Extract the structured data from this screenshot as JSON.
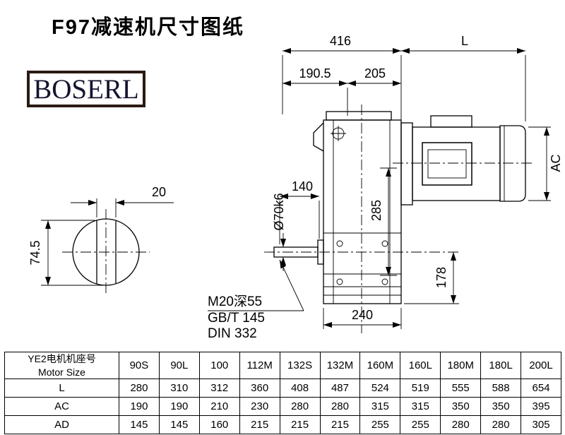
{
  "title": "F97减速机尺寸图纸",
  "logo": {
    "text": "BOSERL"
  },
  "drawing": {
    "dims": {
      "overall_length": "416",
      "motor_length": "L",
      "left_section": "190.5",
      "right_section": "205",
      "shaft_length": "140",
      "shaft_diameter": "Ø70k6",
      "body_height": "285",
      "motor_diameter": "AC",
      "output_center_height": "178",
      "base_width": "240",
      "key_width": "20",
      "shaft_key_height": "74.5"
    },
    "thread_note": {
      "line1": "M20深55",
      "line2": "GB/T 145",
      "line3": "DIN 332"
    }
  },
  "table": {
    "header": {
      "line1": "YE2电机机座号",
      "line2": "Motor Size"
    },
    "columns": [
      "90S",
      "90L",
      "100",
      "112M",
      "132S",
      "132M",
      "160M",
      "160L",
      "180M",
      "180L",
      "200L"
    ],
    "rows": [
      {
        "label": "L",
        "values": [
          "280",
          "310",
          "312",
          "360",
          "408",
          "487",
          "524",
          "519",
          "555",
          "588",
          "654"
        ]
      },
      {
        "label": "AC",
        "values": [
          "190",
          "190",
          "210",
          "230",
          "280",
          "280",
          "315",
          "315",
          "350",
          "350",
          "395"
        ]
      },
      {
        "label": "AD",
        "values": [
          "145",
          "145",
          "160",
          "215",
          "215",
          "215",
          "255",
          "255",
          "280",
          "280",
          "305"
        ]
      }
    ]
  }
}
